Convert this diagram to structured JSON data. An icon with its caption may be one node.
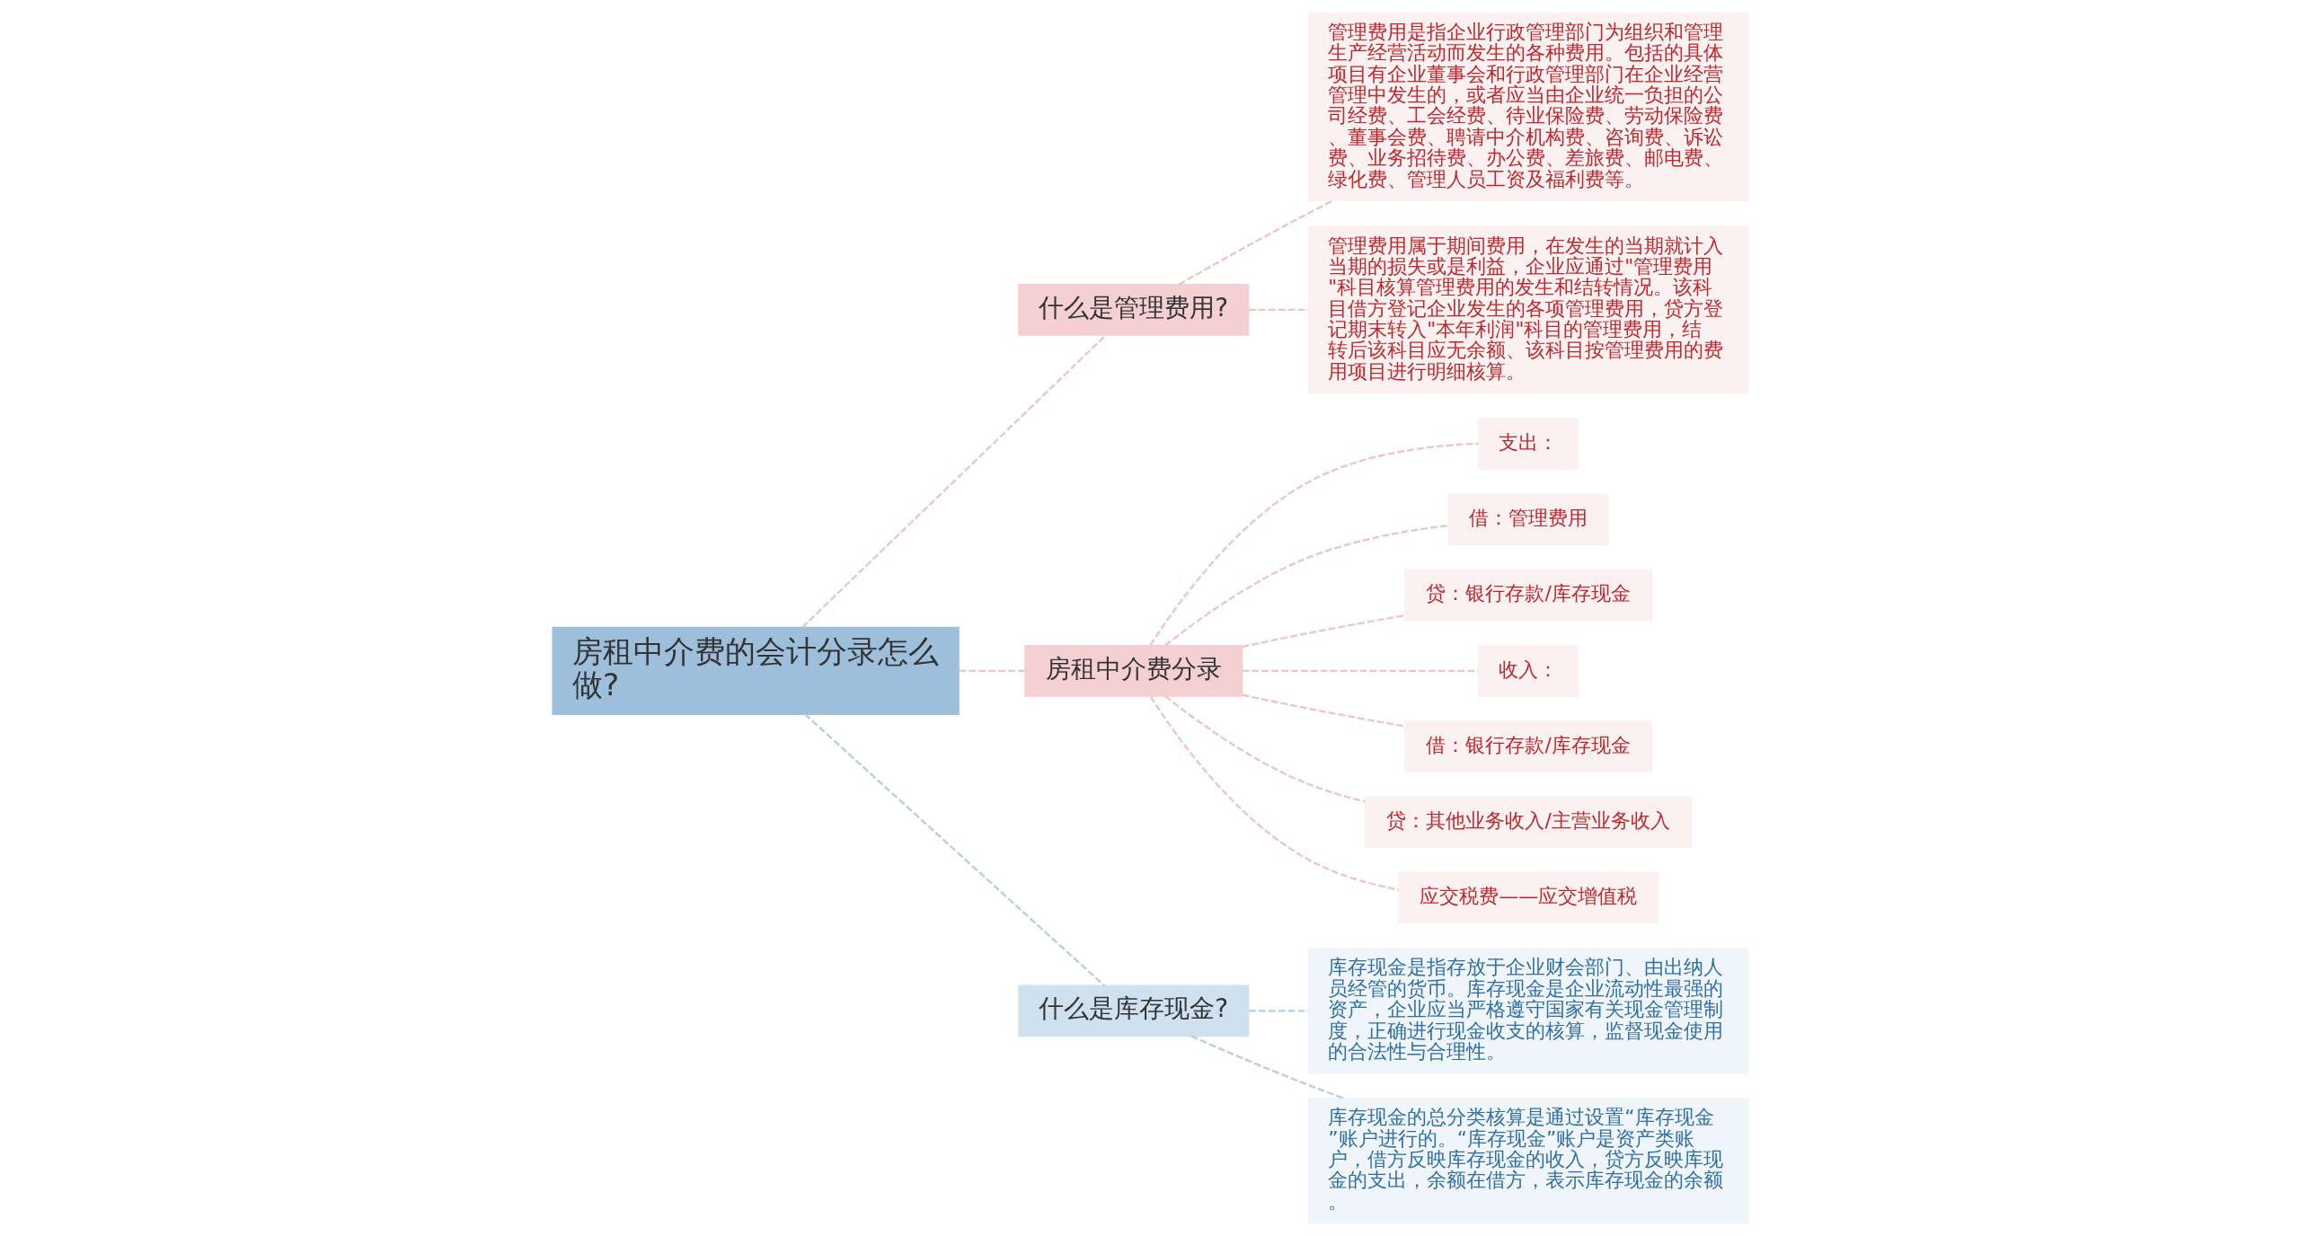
{
  "diagram": {
    "nodes": [
      {
        "text": [
          "房租中介费的会计分录怎么做?"
        ]
      },
      {
        "text": [
          "什么是管理费用?"
        ]
      },
      {
        "text": [
          "管理费用是指企业行政管理部门为组织和管理生产经营活动而发生的各种费用。包括的具体项目有企业董事会和行政管理部门在企业经营管理中发生的，或者应当由企业统一负担的公司经费、工会经费、待业保险费、劳动保险费、董事会费、聘请中介机构费、咨询费、诉讼费、业务招待费、办公费、差旅费、邮电费、绿化费、管理人员工资及福利费等。"
        ]
      },
      {
        "text": [
          "管理费用属于期间费用，在发生的当期就计入当期的损失或是利益，企业应通过\"管理费用\"科目核算管理费用的发生和结转情况。该科目借方登记企业发生的各项管理费用，贷方登记期末转入\"本年利润\"科目的管理费用，结转后该科目应无余额、该科目按管理费用的费用项目进行明细核算。"
        ]
      },
      {
        "text": [
          "房租中介费分录"
        ]
      },
      {
        "text": [
          "支出："
        ]
      },
      {
        "text": [
          "借：管理费用"
        ]
      },
      {
        "text": [
          "贷：银行存款/库存现金"
        ]
      },
      {
        "text": [
          "收入："
        ]
      },
      {
        "text": [
          "借：银行存款/库存现金"
        ]
      },
      {
        "text": [
          "贷：其他业务收入/主营业务收入"
        ]
      },
      {
        "text": [
          "应交税费——应交增值税"
        ]
      },
      {
        "text": [
          "什么是库存现金?"
        ]
      },
      {
        "text": [
          "库存现金是指存放于企业财会部门、由出纳人员经管的货币。库存现金是企业流动性最强的资产，企业应当严格遵守国家有关现金管理制度，正确进行现金收支的核算，监督现金使用的合法性与合理性。"
        ]
      },
      {
        "text": [
          "库存现金的总分类核算是通过设置“库存现金”账户进行的。“库存现金”账户是资产类账户，借方反映库存现金的收入，贷方反映库现金的支出，余额在借方，表示库存现金的余额。"
        ]
      }
    ],
    "edges": [
      {
        "from": 0,
        "to": 1,
        "arrow": "none"
      },
      {
        "from": 1,
        "to": 2,
        "arrow": "none"
      },
      {
        "from": 1,
        "to": 3,
        "arrow": "none"
      },
      {
        "from": 0,
        "to": 4,
        "arrow": "none"
      },
      {
        "from": 4,
        "to": 5,
        "arrow": "none"
      },
      {
        "from": 4,
        "to": 6,
        "arrow": "none"
      },
      {
        "from": 4,
        "to": 7,
        "arrow": "none"
      },
      {
        "from": 4,
        "to": 8,
        "arrow": "none"
      },
      {
        "from": 4,
        "to": 9,
        "arrow": "none"
      },
      {
        "from": 4,
        "to": 10,
        "arrow": "none"
      },
      {
        "from": 4,
        "to": 11,
        "arrow": "none"
      },
      {
        "from": 0,
        "to": 12,
        "arrow": "none",
        "color": "#b8cfe3"
      },
      {
        "from": 12,
        "to": 13,
        "arrow": "none",
        "color": "#b8cfe3"
      },
      {
        "from": 12,
        "to": 14,
        "arrow": "none",
        "color": "#b8cfe3"
      }
    ]
  }
}
